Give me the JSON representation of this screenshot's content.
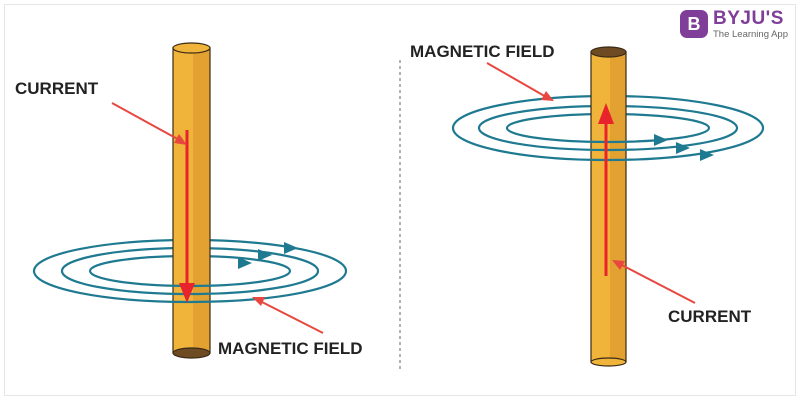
{
  "brand": {
    "logo_letter": "B",
    "name": "BYJU'S",
    "tagline": "The Learning App"
  },
  "left_panel": {
    "current_label": "CURRENT",
    "field_label": "MAGNETIC FIELD",
    "current_direction": "down"
  },
  "right_panel": {
    "current_label": "CURRENT",
    "field_label": "MAGNETIC FIELD",
    "current_direction": "up"
  },
  "colors": {
    "wire": "#f0b43a",
    "wire_shadow": "#d9912a",
    "wire_end": "#6e4b22",
    "field_lines": "#1f7a91",
    "current_arrow": "#e8232b",
    "pointer": "#e8473f",
    "brand": "#7f3f98",
    "divider": "#999999"
  }
}
